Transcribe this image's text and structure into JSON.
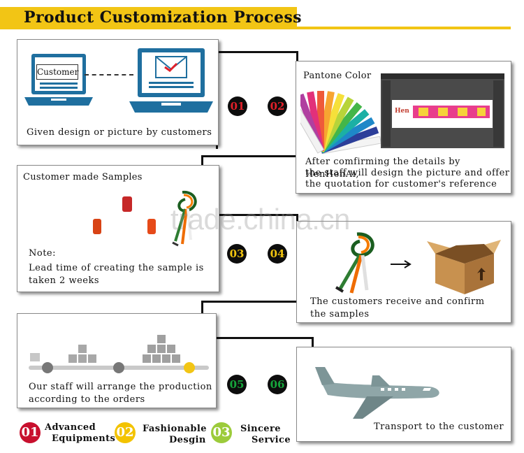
{
  "header": {
    "title": "Product Customization Process"
  },
  "steps": {
    "s1": {
      "number": "01",
      "text": "Given design or picture by customers",
      "laptop_label": "Customer"
    },
    "s2": {
      "number": "02",
      "pantone_label": "Pantone Color",
      "sample_label": "Hen",
      "text1": "After comfirming the details by HenHenAi,",
      "text2": "the staff will design the picture and offer",
      "text3": "the quotation for customer's reference"
    },
    "s3": {
      "number": "03",
      "title": "Customer made Samples",
      "note": "Note:",
      "text1": "Lead time of creating the sample is",
      "text2": "taken 2 weeks"
    },
    "s4": {
      "number": "04",
      "text1": "The customers receive and confirm",
      "text2": "the samples"
    },
    "s5": {
      "number": "05",
      "text1": "Our staff will arrange the production",
      "text2": "according to the orders"
    },
    "s6": {
      "number": "06",
      "text": "Transport to the customer"
    }
  },
  "legend": [
    {
      "number": "01",
      "line1": "Advanced",
      "line2": "Equipments",
      "color": "#c8102e"
    },
    {
      "number": "02",
      "line1": "Fashionable",
      "line2": "Desgin",
      "color": "#f3c300"
    },
    {
      "number": "03",
      "line1": "Sincere",
      "line2": "Service",
      "color": "#9ccb3b"
    }
  ],
  "watermark": "trade.china.cn",
  "colors": {
    "accent": "#f2c515",
    "red": "#e1202a",
    "yellow": "#f1c40f",
    "green": "#16a53b",
    "laptop": "#1f6f9f"
  }
}
